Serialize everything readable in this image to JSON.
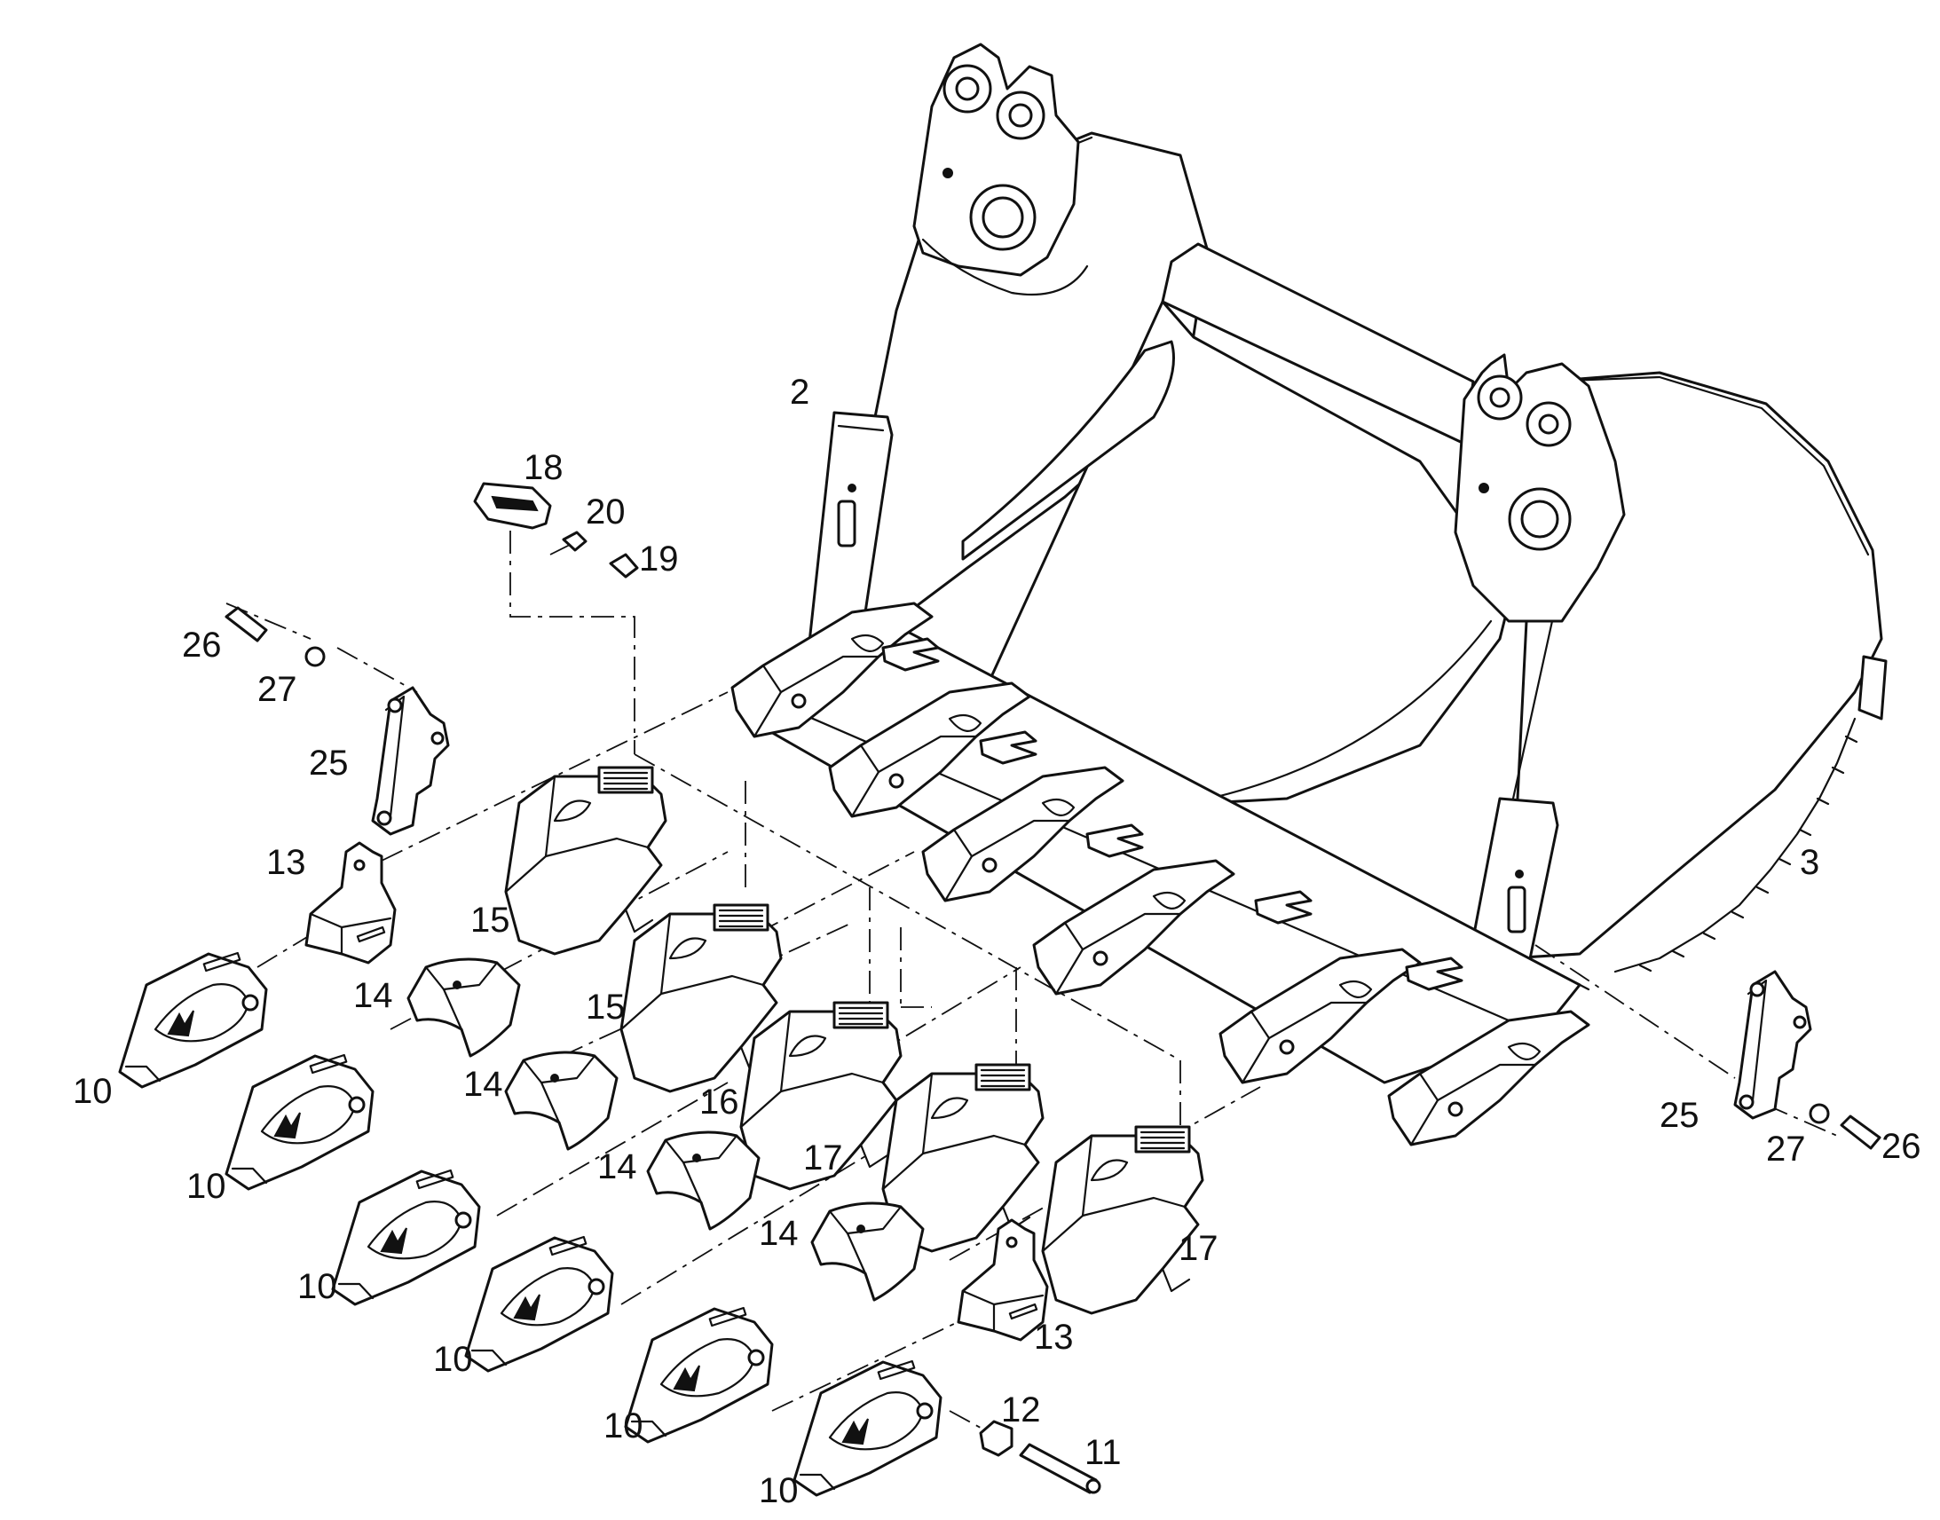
{
  "diagram": {
    "callouts": [
      {
        "id": "c2",
        "text": "2"
      },
      {
        "id": "c3",
        "text": "3"
      },
      {
        "id": "c18",
        "text": "18"
      },
      {
        "id": "c20",
        "text": "20"
      },
      {
        "id": "c19",
        "text": "19"
      },
      {
        "id": "c26a",
        "text": "26"
      },
      {
        "id": "c27a",
        "text": "27"
      },
      {
        "id": "c25a",
        "text": "25"
      },
      {
        "id": "c13a",
        "text": "13"
      },
      {
        "id": "c15a",
        "text": "15"
      },
      {
        "id": "c15b",
        "text": "15"
      },
      {
        "id": "c14a",
        "text": "14"
      },
      {
        "id": "c14b",
        "text": "14"
      },
      {
        "id": "c14c",
        "text": "14"
      },
      {
        "id": "c14d",
        "text": "14"
      },
      {
        "id": "c16",
        "text": "16"
      },
      {
        "id": "c17a",
        "text": "17"
      },
      {
        "id": "c17b",
        "text": "17"
      },
      {
        "id": "c10a",
        "text": "10"
      },
      {
        "id": "c10b",
        "text": "10"
      },
      {
        "id": "c10c",
        "text": "10"
      },
      {
        "id": "c10d",
        "text": "10"
      },
      {
        "id": "c10e",
        "text": "10"
      },
      {
        "id": "c10f",
        "text": "10"
      },
      {
        "id": "c13b",
        "text": "13"
      },
      {
        "id": "c12",
        "text": "12"
      },
      {
        "id": "c11",
        "text": "11"
      },
      {
        "id": "c25b",
        "text": "25"
      },
      {
        "id": "c27b",
        "text": "27"
      },
      {
        "id": "c26b",
        "text": "26"
      }
    ]
  }
}
